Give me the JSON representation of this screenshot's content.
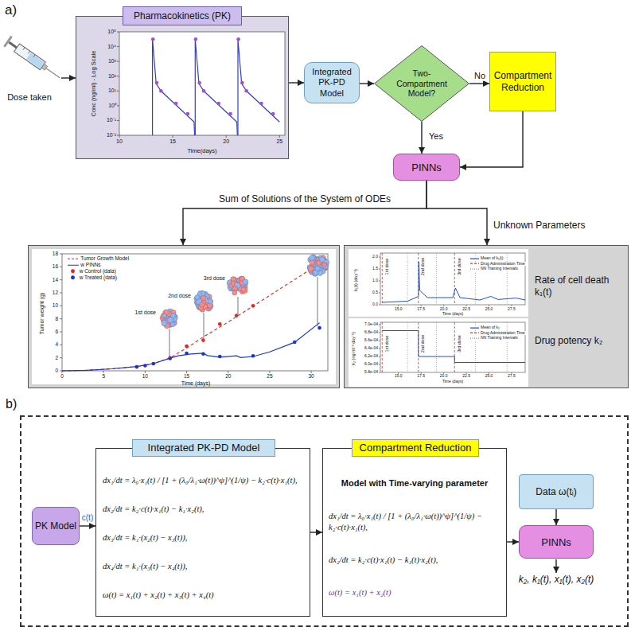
{
  "diagram": {
    "nodes": [
      {
        "text": [
          "Pharmacokinetics (PK)"
        ]
      },
      {
        "text": [
          "Integrated PK-PD Model"
        ]
      },
      {
        "text": [
          "Two-Compartment Model?"
        ]
      },
      {
        "text": [
          "Compartment Reduction"
        ]
      },
      {
        "text": [
          "PINNs"
        ]
      },
      {
        "text": [
          "Tumor weight (g)",
          "Time (days)"
        ]
      },
      {
        "text": [
          "Rate of cell death k₁(t)",
          "Drug potency k₂"
        ]
      },
      {
        "text": [
          "b)"
        ]
      },
      {
        "text": [
          "PK Model"
        ],
        "in": 7
      },
      {
        "text": [
          "Integrated PK-PD Model",
          "dx₁/dt = λ₀·x₁(t) / [1 + (λ₀/λ₁·ω(t))^ψ]^(1/ψ) − k₂·c(t)·x₁(t),",
          "dx₂/dt = k₂·c(t)·x₁(t) − k₁·x₂(t),",
          "dx₃/dt = k₁·(x₂(t) − x₃(t)),",
          "dx₄/dt = k₁·(x₃(t) − x₄(t)),",
          "ω(t) = x₁(t) + x₂(t) + x₃(t) + x₄(t)"
        ],
        "in": 7
      },
      {
        "text": [
          "Compartment Reduction",
          "Model with Time-varying parameter",
          "dx₁/dt = λ₀·x₁(t) / [1 + (λ₀/λ₁·ω(t))^ψ]^(1/ψ) − k₂·c(t)·x₁(t),",
          "dx₂/dt = k₂·c(t)·x₁(t) − k₁(t)·x₂(t),",
          "ω(t) = x₁(t) + x₂(t)"
        ],
        "in": 7
      },
      {
        "text": [
          "Data ω(tᵢ)"
        ],
        "in": 7
      },
      {
        "text": [
          "PINNs"
        ],
        "in": 7
      }
    ],
    "edges": [
      {
        "from": 0,
        "to": 1,
        "arrow": "to"
      },
      {
        "from": 1,
        "to": 2,
        "arrow": "to"
      },
      {
        "from": 2,
        "to": 3,
        "label": "No",
        "arrow": "to"
      },
      {
        "from": 2,
        "to": 4,
        "label": "Yes",
        "arrow": "to"
      },
      {
        "from": 3,
        "to": 4,
        "arrow": "to"
      },
      {
        "from": 4,
        "to": 5,
        "label": "Sum of Solutions of the System of ODEs",
        "arrow": "to"
      },
      {
        "from": 4,
        "to": 6,
        "label": "Unknown Parameters",
        "arrow": "to"
      },
      {
        "from": 8,
        "to": 9,
        "label": "c(t)",
        "arrow": "to"
      },
      {
        "from": 9,
        "to": 10,
        "arrow": "to"
      },
      {
        "from": 10,
        "to": 12,
        "arrow": "to"
      },
      {
        "from": 11,
        "to": 12,
        "arrow": "to"
      }
    ],
    "labels": [
      "a)",
      "Dose taken",
      "Conc (ng/ml) - Log Scale",
      "10⁵",
      "10⁴",
      "10³",
      "10²",
      "10¹",
      "10⁰",
      "10⁻¹",
      "10⁻²",
      "10",
      "15",
      "20",
      "25",
      "Time(days)",
      "0",
      "2",
      "4",
      "6",
      "8",
      "10",
      "12",
      "14",
      "16",
      "18",
      "0",
      "5",
      "10",
      "15",
      "20",
      "25",
      "30",
      "1st dose",
      "2nd dose",
      "3rd dose",
      "k₁(t) (day⁻¹)",
      "0.0",
      "0.5",
      "1.0",
      "1.5",
      "2.0",
      "15.0",
      "17.5",
      "20.0",
      "22.5",
      "25.0",
      "27.5",
      "Time (days)",
      "1st dose",
      "2nd dose",
      "3rd dose",
      "k₂ (ng ml⁻¹ day⁻¹)",
      "7.0e-04",
      "6.8e-04",
      "6.6e-04",
      "6.4e-04",
      "6.2e-04",
      "6.0e-04",
      "5.8e-04",
      "15.0",
      "17.5",
      "20.0",
      "22.5",
      "25.0",
      "27.5",
      "Time (days)",
      "1st dose",
      "2nd dose",
      "3rd dose",
      "k₂, k₁(t), x₁(t), x₂(t)"
    ],
    "legend": [
      {
        "text": "Tumor Growth Model"
      },
      {
        "text": "w PINNs"
      },
      {
        "text": "w Control (data)",
        "color": "#e8221c"
      },
      {
        "text": "w Treated (data)",
        "color": "#1c32d6"
      },
      {
        "text": "Mean of k₁(t)"
      },
      {
        "text": "Drug Administration Time"
      },
      {
        "text": "NN Training Intervals"
      },
      {
        "text": "Mean of k₂"
      },
      {
        "text": "Drug Administration Time"
      },
      {
        "text": "NN Training Intervals"
      }
    ]
  }
}
